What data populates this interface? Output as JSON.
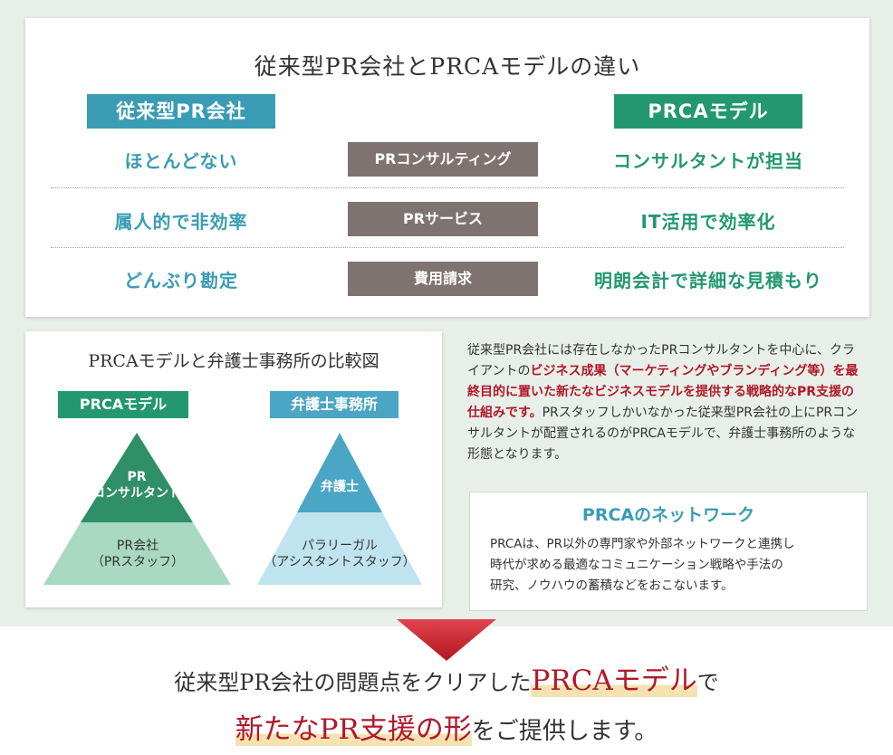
{
  "colors": {
    "traditional": "#3a9cb4",
    "prca": "#239870",
    "label_bg": "#7f7372",
    "accent_red": "#b0192a",
    "pyramid_top_green": "#2e8f68",
    "pyramid_bottom_green": "#a9d8c3",
    "pyramid_top_blue": "#4aa6c4",
    "pyramid_bottom_blue": "#bfe4ef"
  },
  "comparison": {
    "title": "従来型PR会社とPRCAモデルの違い",
    "left_header": "従来型PR会社",
    "right_header": "PRCAモデル",
    "rows": [
      {
        "label": "PRコンサルティング",
        "left": "ほとんどない",
        "right": "コンサルタントが担当"
      },
      {
        "label": "PRサービス",
        "left": "属人的で非効率",
        "right": "IT活用で効率化"
      },
      {
        "label": "費用請求",
        "left": "どんぶり勘定",
        "right": "明朗会計で詳細な見積もり"
      }
    ]
  },
  "diagram": {
    "title": "PRCAモデルと弁護士事務所の比較図",
    "prca_tag": "PRCAモデル",
    "law_tag": "弁護士事務所",
    "prca_top_1": "PR",
    "prca_top_2": "コンサルタント",
    "prca_bottom_1": "PR会社",
    "prca_bottom_2": "（PRスタッフ）",
    "law_top": "弁護士",
    "law_bottom_1": "パラリーガル",
    "law_bottom_2": "（アシスタントスタッフ）"
  },
  "description": {
    "p1": "従来型PR会社には存在しなかったPRコンサルタントを中心に、クライアントの",
    "p2_highlight": "ビジネス成果（マーケティングやブランディング等）を最終目的に置いた新たなビジネスモデルを提供する戦略的なPR支援の仕組みです。",
    "p3": "PRスタッフしかいなかった従来型PR会社の上にPRコンサルタントが配置されるのがPRCAモデルで、弁護士事務所のような形態となります。"
  },
  "network": {
    "title": "PRCAのネットワーク",
    "line1": "PRCAは、PR以外の専門家や外部ネットワークと連携し",
    "line2": "時代が求める最適なコミュニケーション戦略や手法の",
    "line3": "研究、ノウハウの蓄積などをおこないます。"
  },
  "bottom": {
    "line1_pre": "従来型PR会社の問題点をクリアした",
    "line1_highlight": "PRCAモデル",
    "line1_post": "で",
    "line2_highlight": "新たなPR支援の形",
    "line2_post": "をご提供します。"
  }
}
